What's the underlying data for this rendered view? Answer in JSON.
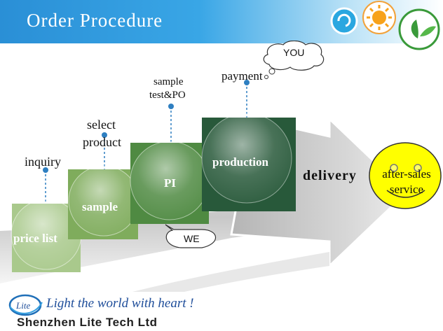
{
  "header": {
    "title": "Order Procedure"
  },
  "steps": {
    "inquiry": "inquiry",
    "select_product_line1": "select",
    "select_product_line2": "product",
    "sample_test_line1": "sample",
    "sample_test_line2": "test&PO",
    "payment": "payment"
  },
  "boxes": {
    "price_list": "price list",
    "sample": "sample",
    "pi": "PI",
    "production": "production"
  },
  "delivery": "delivery",
  "after_sales": {
    "line1": "after-sales",
    "line2": "service"
  },
  "callouts": {
    "you": "YOU",
    "we": "WE"
  },
  "footer": {
    "logo_text": "Lite",
    "slogan": "Light the world with heart !",
    "company": "Shenzhen Lite Tech Ltd"
  },
  "colors": {
    "header": "#2a8fd6",
    "box_light": "#9ec07a",
    "box_mid": "#6f9d4e",
    "box_dark": "#2f6b35",
    "face": "#ffff00"
  }
}
